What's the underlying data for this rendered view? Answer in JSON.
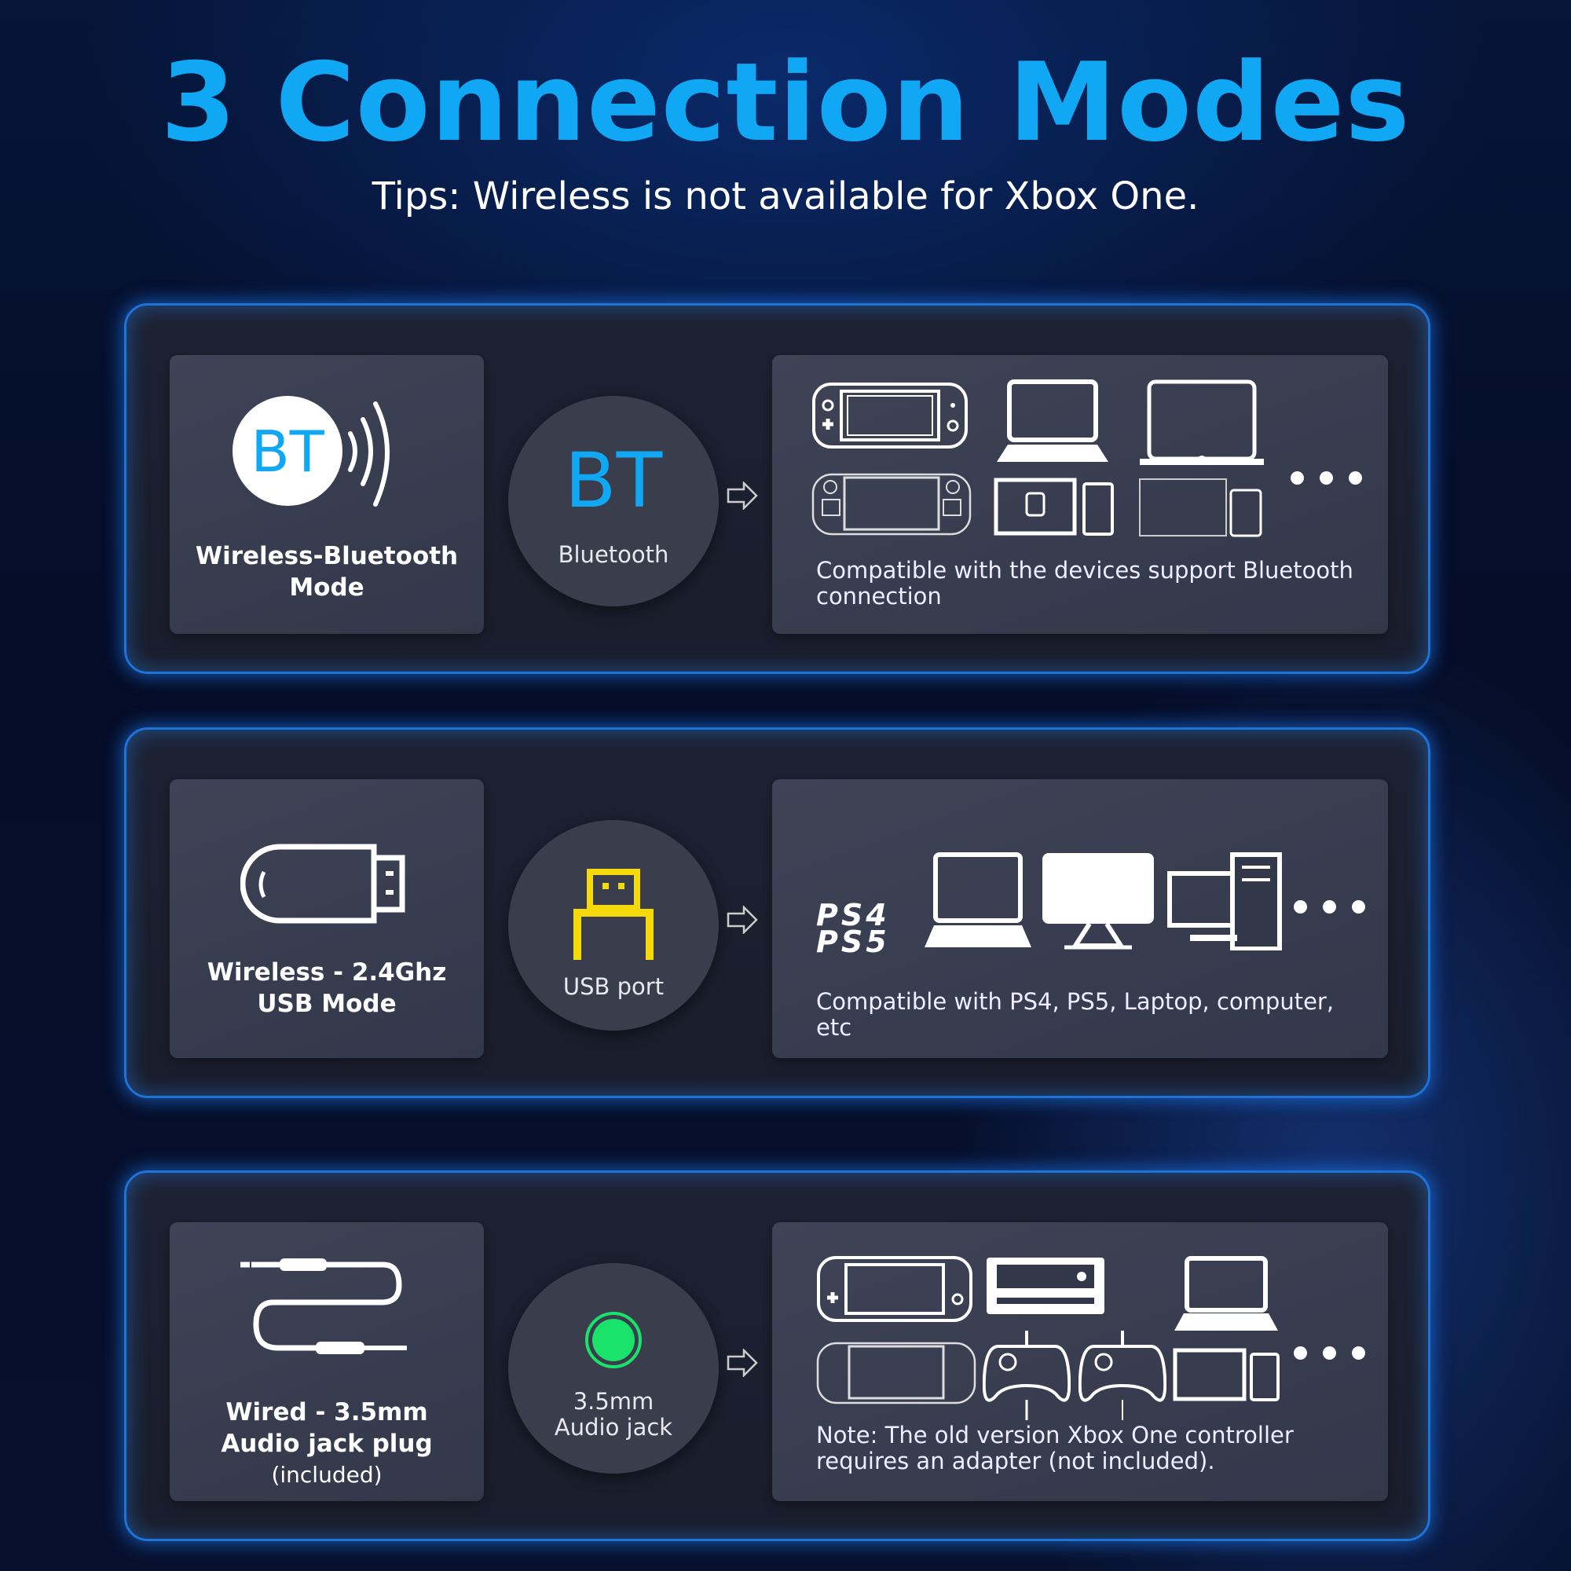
{
  "header": {
    "title": "3 Connection Modes",
    "tips": "Tips: Wireless is not available for Xbox One."
  },
  "colors": {
    "accent": "#10a8f5",
    "usb": "#f5d90a",
    "jack": "#19e36a"
  },
  "modes": [
    {
      "mode_title_1": "Wireless-Bluetooth",
      "mode_title_2": "Mode",
      "mode_icon": "bluetooth-signal-icon",
      "badge_text": "BT",
      "connector_label": "Bluetooth",
      "compat_text": "Compatible with the devices support Bluetooth connection"
    },
    {
      "mode_title_1": "Wireless - 2.4Ghz",
      "mode_title_2": "USB Mode",
      "mode_icon": "usb-dongle-icon",
      "connector_label": "USB port",
      "ps4": "PS4",
      "ps5": "PS5",
      "compat_text": "Compatible with PS4, PS5, Laptop, computer, etc"
    },
    {
      "mode_title_1": "Wired - 3.5mm",
      "mode_title_2": "Audio jack plug",
      "mode_title_3": "(included)",
      "mode_icon": "audio-cable-icon",
      "connector_label_1": "3.5mm",
      "connector_label_2": "Audio jack",
      "compat_text": "Note: The old version Xbox One controller requires an adapter (not included)."
    }
  ]
}
